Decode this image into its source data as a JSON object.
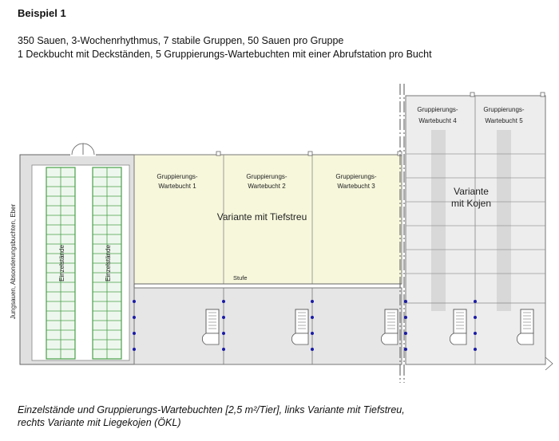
{
  "title": "Beispiel 1",
  "description": [
    "350 Sauen, 3-Wochenrhythmus, 7 stabile Gruppen, 50 Sauen pro Gruppe",
    "1 Deckbucht mit Deckständen, 5 Gruppierungs-Wartebuchten mit einer Abrufstation pro Bucht"
  ],
  "plan": {
    "side_label": "Jungsauen, Absonderungsbuchten, Eber",
    "stalls_label": "Einzelstände",
    "pens": [
      {
        "line1": "Gruppierungs-",
        "line2": "Wartebucht 1"
      },
      {
        "line1": "Gruppierungs-",
        "line2": "Wartebucht 2"
      },
      {
        "line1": "Gruppierungs-",
        "line2": "Wartebucht 3"
      },
      {
        "line1": "Gruppierungs-",
        "line2": "Wartebucht 4"
      },
      {
        "line1": "Gruppierungs-",
        "line2": "Wartebucht 5"
      }
    ],
    "variant_straw": "Variante mit Tiefstreu",
    "variant_kojen_1": "Variante",
    "variant_kojen_2": "mit Kojen",
    "step_label": "Stufe",
    "colors": {
      "straw_area": "#f7f7dc",
      "kojen_area": "#ededed",
      "stall_fill": "#eef7ee",
      "stall_frame": "#49a049",
      "koje_band": "#d8d8d8",
      "feeder_dot": "#1a1aa6"
    }
  },
  "caption": [
    "Einzelstände und Gruppierungs-Wartebuchten [2,5 m²/Tier], links Variante mit Tiefstreu,",
    "rechts Variante mit Liegekojen (ÖKL)"
  ]
}
